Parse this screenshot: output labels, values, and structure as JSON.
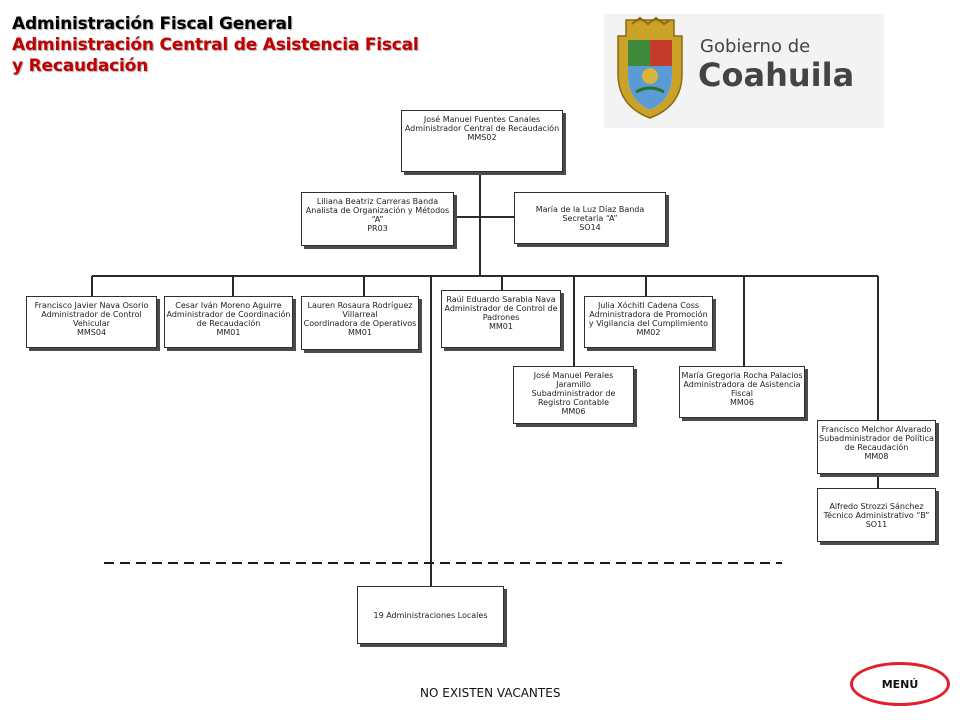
{
  "header": {
    "title_line1": "Administración Fiscal General",
    "title_line2": "Administración Central de Asistencia Fiscal",
    "title_line3": "y Recaudación",
    "title_color": "#000000",
    "subtitle_color": "#c00000"
  },
  "logo": {
    "line1": "Gobierno de",
    "line2": "Coahuila"
  },
  "org": {
    "root": {
      "name": "José Manuel Fuentes Canales",
      "role": "Administrador Central de Recaudación",
      "code": "MMS02"
    },
    "analista": {
      "name": "Liliana Beatriz Carreras Banda",
      "role": "Analista de Organización y Métodos",
      "role2": "“A”",
      "code": "PR03"
    },
    "secretaria": {
      "name": "María de la Luz Díaz Banda",
      "role": "Secretaria “A”",
      "code": "SO14"
    },
    "control_vehicular": {
      "name": "Francisco Javier Nava Osorio",
      "role": "Administrador de Control",
      "role2": "Vehicular",
      "code": "MMS04"
    },
    "coordinacion": {
      "name": "Cesar Iván Moreno Aguirre",
      "role": "Administrador de Coordinación",
      "role2": "de Recaudación",
      "code": "MM01"
    },
    "operativos": {
      "name": "Lauren Rosaura Rodríguez",
      "name2": "Villarreal",
      "role": "Coordinadora de Operativos",
      "code": "MM01"
    },
    "padrones": {
      "name": "Raúl Eduardo Sarabia Nava",
      "role": "Administrador de Control de",
      "role2": "Padrones",
      "code": "MM01"
    },
    "registro": {
      "name": "José Manuel Perales",
      "name2": "Jaramillo",
      "role": "Subadministrador de",
      "role2": "Registro Contable",
      "code": "MM06"
    },
    "promocion": {
      "name": "Julia Xóchitl Cadena Coss",
      "role": "Administradora de Promoción",
      "role2": "y Vigilancia del Cumplimiento",
      "code": "MM02"
    },
    "asistencia": {
      "name": "María Gregoria Rocha Palacios",
      "role": "Administradora de Asistencia",
      "role2": "Fiscal",
      "code": "MM06"
    },
    "politica": {
      "name": "Francisco Melchor Alvarado",
      "role": "Subadministrador de Política",
      "role2": "de Recaudación",
      "code": "MM08"
    },
    "tecnico": {
      "name": "Alfredo Strozzi Sánchez",
      "role": "Técnico Administrativo “B”",
      "code": "SO11"
    },
    "locales": {
      "label": "19 Administraciones Locales"
    }
  },
  "footer": {
    "vacantes": "NO EXISTEN VACANTES",
    "menu_label": "MENÚ",
    "menu_border_color": "#e0202a"
  }
}
